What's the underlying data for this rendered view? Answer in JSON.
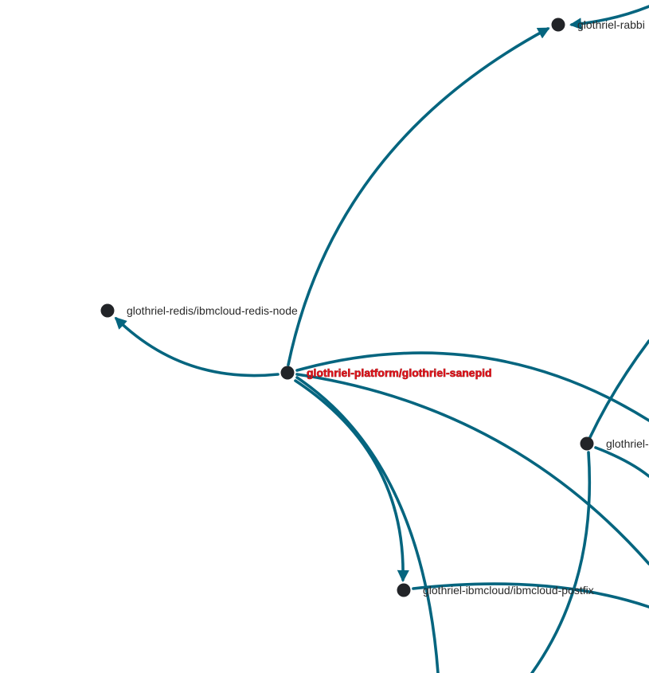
{
  "graph": {
    "edge_color": "#05657f",
    "node_color": "#222428",
    "highlight_color": "#e0141c",
    "nodes": [
      {
        "id": "rabbitmq",
        "label": "glothriel-rabbi",
        "highlighted": false
      },
      {
        "id": "redis",
        "label": "glothriel-redis/ibmcloud-redis-node",
        "highlighted": false
      },
      {
        "id": "sanepid",
        "label": "glothriel-platform/glothriel-sanepid",
        "highlighted": true
      },
      {
        "id": "glothriel-right",
        "label": "glothriel-",
        "highlighted": false
      },
      {
        "id": "postfix",
        "label": "glothriel-ibmcloud/ibmcloud-postfix",
        "highlighted": false
      }
    ],
    "edges": [
      {
        "from": "sanepid",
        "to": "rabbitmq"
      },
      {
        "from": "sanepid",
        "to": "redis"
      },
      {
        "from": "sanepid",
        "to": "postfix"
      }
    ]
  }
}
